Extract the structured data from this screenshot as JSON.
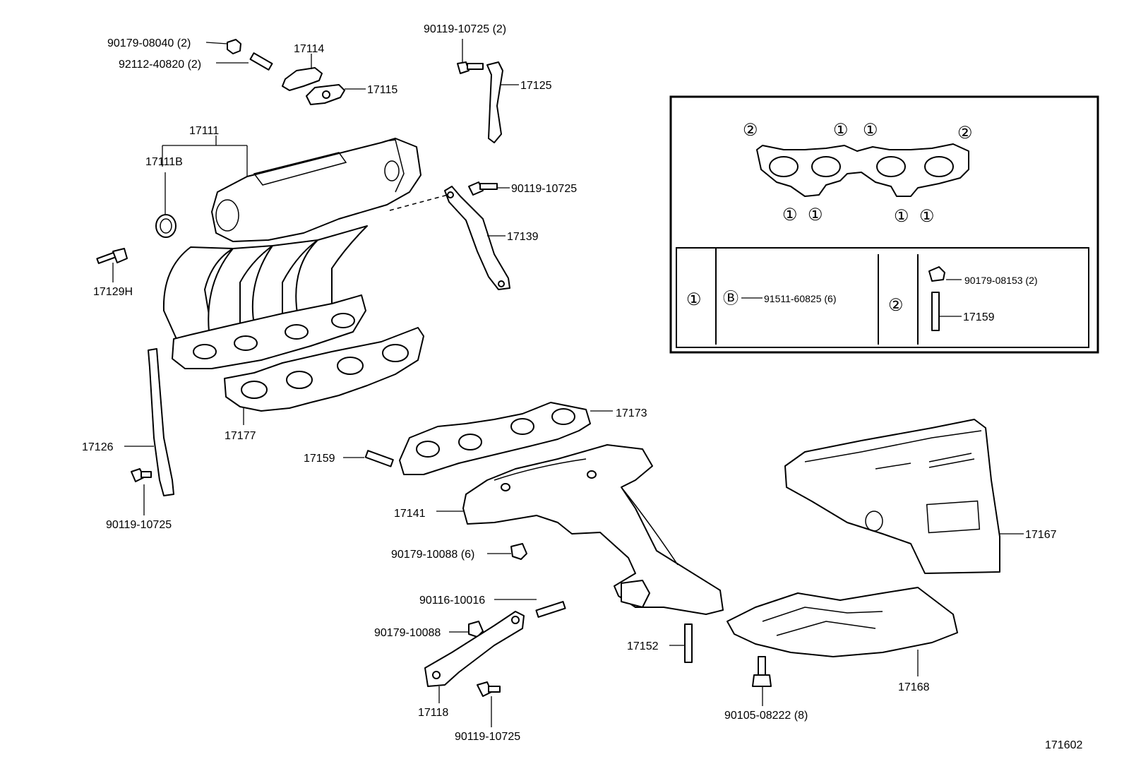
{
  "diagram_id": "171602",
  "parts": {
    "p90179_08040": "90179-08040 (2)",
    "p92112_40820": "92112-40820 (2)",
    "p17114": "17114",
    "p17115": "17115",
    "p90119_10725_top": "90119-10725 (2)",
    "p17125": "17125",
    "p17111": "17111",
    "p17111B": "17111B",
    "p90119_10725_mid": "90119-10725",
    "p17139": "17139",
    "p17129H": "17129H",
    "p17126": "17126",
    "p17177": "17177",
    "p90119_10725_left": "90119-10725",
    "p17173": "17173",
    "p17159_main": "17159",
    "p17141": "17141",
    "p90179_10088_6": "90179-10088 (6)",
    "p90116_10016": "90116-10016",
    "p90179_10088": "90179-10088",
    "p17118": "17118",
    "p90119_10725_bot": "90119-10725",
    "p17152": "17152",
    "p90105_08222": "90105-08222 (8)",
    "p17168": "17168",
    "p17167": "17167"
  },
  "inset": {
    "marks_top": [
      "②",
      "①",
      "①",
      "②"
    ],
    "marks_bottom": [
      "①",
      "①",
      "①",
      "①"
    ],
    "key1_symbol": "①",
    "key1_bolt_symbol": "Ⓑ",
    "key1_part": "91511-60825 (6)",
    "key2_symbol": "②",
    "key2_nut": "90179-08153 (2)",
    "key2_stud": "17159"
  }
}
